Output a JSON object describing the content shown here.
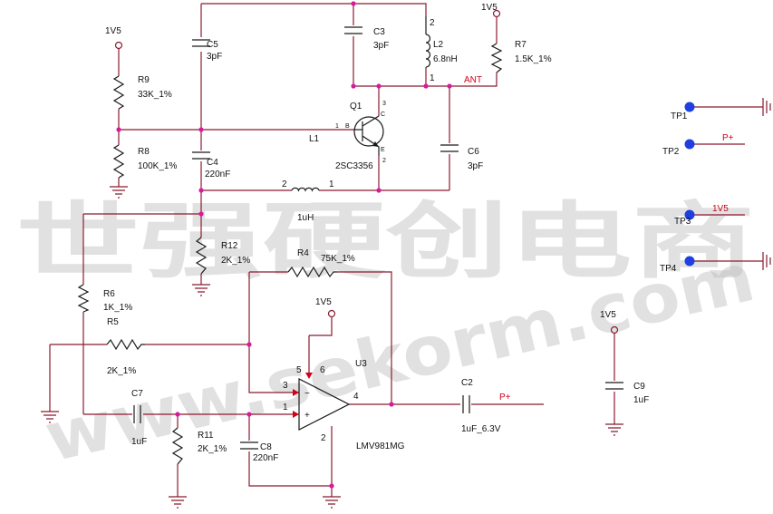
{
  "watermark": {
    "chinese": "世强硬创电商",
    "url": "www.sekorm.com"
  },
  "colors": {
    "wire": "#8b1a2e",
    "junction": "#d81b9a",
    "net_label": "#d0021b",
    "test_point": "#1f3fe0"
  },
  "components": {
    "q1": {
      "ref": "Q1",
      "part": "2SC3356",
      "pin_b": "B",
      "pin_c": "C",
      "pin_e": "E",
      "pin1": "1",
      "pin3": "3",
      "pin2": "2"
    },
    "u3": {
      "ref": "U3",
      "part": "LMV981MG",
      "pin3": "3",
      "pin1": "1",
      "pin4": "4",
      "pin5": "5",
      "pin6": "6",
      "pin2": "2",
      "minus": "−",
      "plus": "+"
    },
    "c5": {
      "ref": "C5",
      "value": "3pF"
    },
    "c3": {
      "ref": "C3",
      "value": "3pF"
    },
    "c4": {
      "ref": "C4",
      "value": "220nF"
    },
    "c6": {
      "ref": "C6",
      "value": "3pF"
    },
    "c7": {
      "ref": "C7",
      "value": "1uF"
    },
    "c8": {
      "ref": "C8",
      "value": "220nF"
    },
    "c2": {
      "ref": "C2",
      "value": "1uF_6.3V"
    },
    "c9": {
      "ref": "C9",
      "value": "1uF"
    },
    "l2": {
      "ref": "L2",
      "value": "6.8nH",
      "pin1": "1",
      "pin2": "2"
    },
    "l1": {
      "ref": "L1",
      "value": "1uH",
      "pin1": "1",
      "pin2": "2"
    },
    "r7": {
      "ref": "R7",
      "value": "1.5K_1%"
    },
    "r9": {
      "ref": "R9",
      "value": "33K_1%"
    },
    "r8": {
      "ref": "R8",
      "value": "100K_1%"
    },
    "r12": {
      "ref": "R12",
      "value": "2K_1%"
    },
    "r4": {
      "ref": "R4",
      "value": "75K_1%"
    },
    "r6": {
      "ref": "R6",
      "value": "1K_1%"
    },
    "r5": {
      "ref": "R5",
      "value": "2K_1%"
    },
    "r11": {
      "ref": "R11",
      "value": "2K_1%"
    }
  },
  "power": {
    "r9_top": "1V5",
    "r7_top": "1V5",
    "u3_supply": "1V5",
    "c9_top": "1V5"
  },
  "nets": {
    "ant": "ANT",
    "c2_out": "P+",
    "tp2": "P+",
    "tp3": "1V5"
  },
  "test_points": {
    "tp1": "TP1",
    "tp2": "TP2",
    "tp3": "TP3",
    "tp4": "TP4"
  }
}
